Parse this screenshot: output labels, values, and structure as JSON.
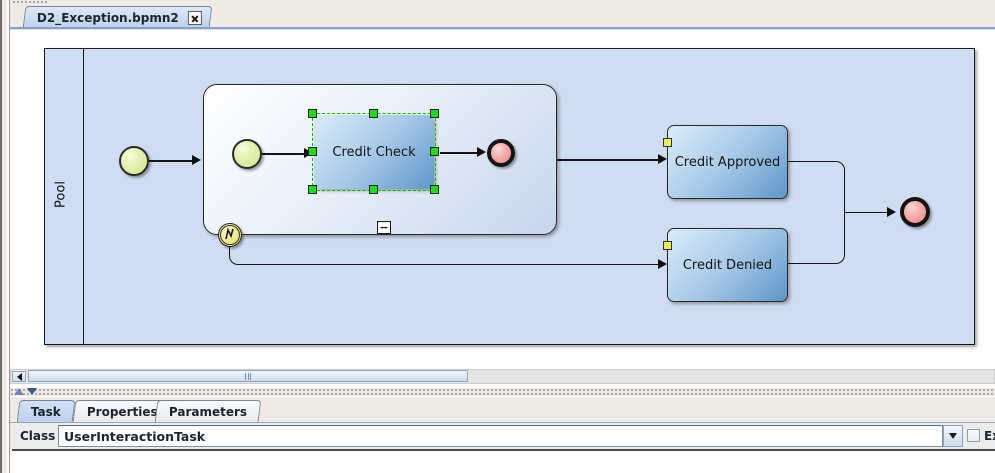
{
  "top_tab": {
    "title": "D2_Exception.bpmn2",
    "close_icon": "x"
  },
  "diagram": {
    "pool_label": "Pool",
    "subprocess_collapse_icon": "−",
    "tasks": {
      "credit_check": "Credit Check",
      "credit_approved": "Credit Approved",
      "credit_denied": "Credit Denied"
    },
    "events": {
      "start_icon": "circle-thin",
      "end_icon": "circle-thick",
      "boundary_icon": "error-zigzag"
    },
    "selection": {
      "selected_task": "Credit Check",
      "handle_count": 8
    }
  },
  "panel": {
    "tabs": [
      "Task",
      "Properties",
      "Parameters"
    ],
    "selected_tab": "Task",
    "class_label": "Class",
    "class_value": "UserInteractionTask",
    "checkbox_label": "Ex",
    "dropdown_icon": "triangle-down"
  },
  "scrollbar": {
    "left_arrow_icon": "triangle-left"
  },
  "splitter": {
    "up_icon": "triangle-up",
    "down_icon": "triangle-down"
  },
  "colors": {
    "pool_fill": "#cfdcf2",
    "subprocess_fill_start": "#ffffff",
    "subprocess_fill_end": "#c7d6ee",
    "task_fill_start": "#daecfa",
    "task_fill_end": "#5f96ca",
    "start_event_fill": "#cfe48e",
    "end_event_fill": "#e88989",
    "boundary_event_fill": "#efe88c",
    "selection_green": "#00bf00",
    "task_marker_yellow": "#ebe862",
    "selected_tab_fill": "#c8d9f0"
  }
}
